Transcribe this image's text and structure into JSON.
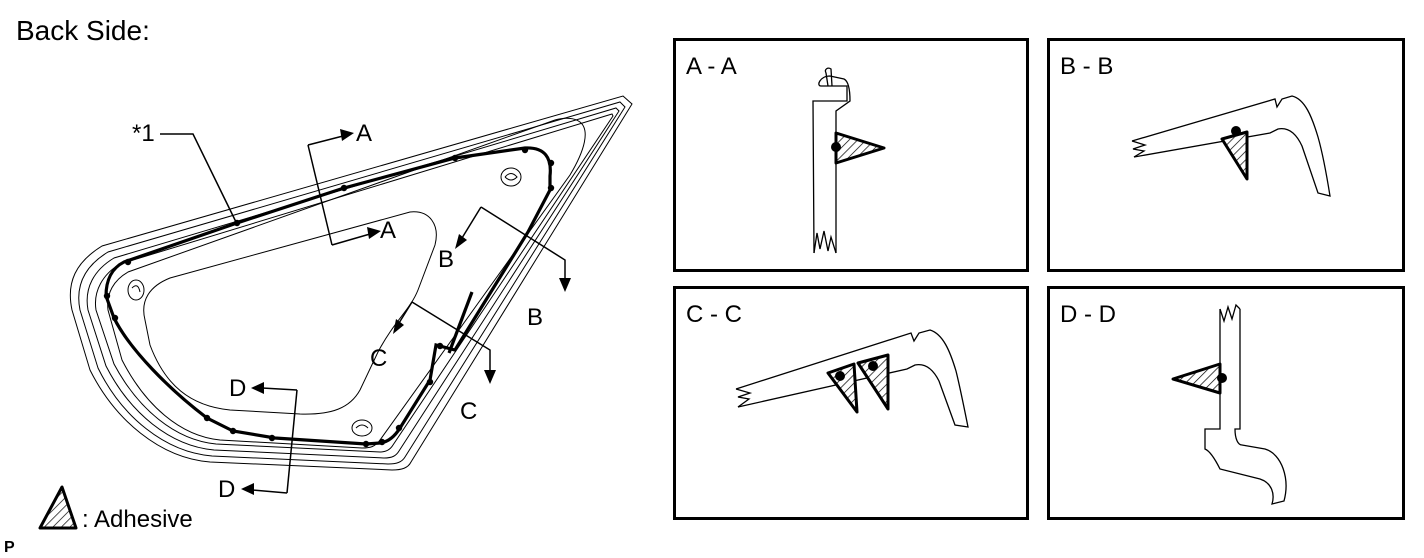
{
  "title": "Back Side:",
  "callout": "*1",
  "section_labels": {
    "a_top": "A",
    "a_bottom": "A",
    "b_top": "B",
    "b_bottom": "B",
    "c_top": "C",
    "c_bottom": "C",
    "d_top": "D",
    "d_bottom": "D"
  },
  "legend": {
    "text": ": Adhesive",
    "icon": "hatched-triangle-icon"
  },
  "panels": [
    {
      "id": "aa",
      "title": "A - A"
    },
    {
      "id": "bb",
      "title": "B - B"
    },
    {
      "id": "cc",
      "title": "C - C"
    },
    {
      "id": "dd",
      "title": "D - D"
    }
  ],
  "image_code": "P"
}
